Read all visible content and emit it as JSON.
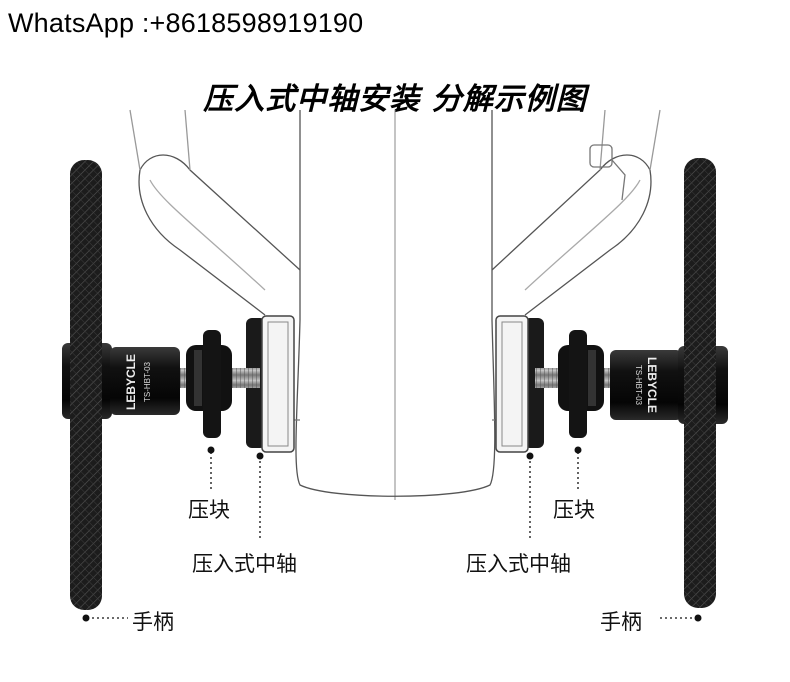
{
  "contact": "WhatsApp :+8618598919190",
  "title": "压入式中轴安装 分解示例图",
  "brand": {
    "name": "LEBYCLE",
    "model": "TS-HBT-03"
  },
  "labels": {
    "press_block_left": "压块",
    "press_block_right": "压块",
    "bb_left": "压入式中轴",
    "bb_right": "压入式中轴",
    "handle_left": "手柄",
    "handle_right": "手柄"
  },
  "colors": {
    "tool_black": "#1a1a1a",
    "frame_line": "#555555",
    "rod_steel": "#9a9a9a"
  }
}
